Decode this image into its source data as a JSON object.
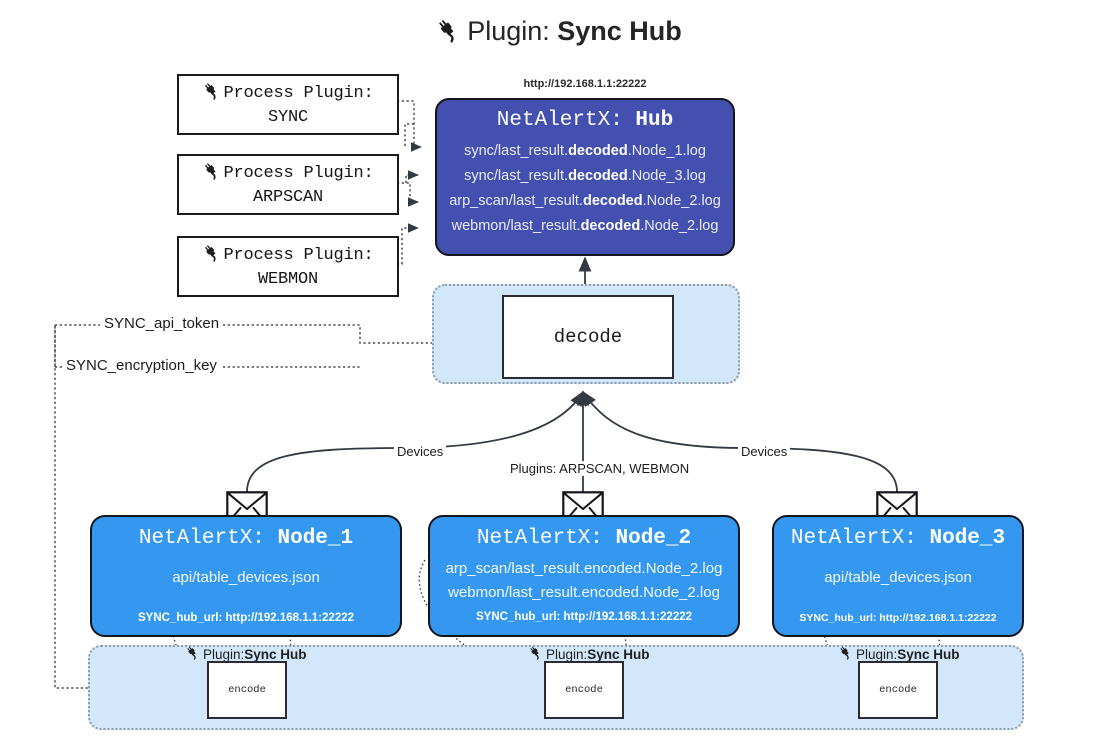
{
  "title": {
    "icon": "plug-icon",
    "prefix": "Plugin: ",
    "name": "Sync Hub"
  },
  "process_plugins": [
    {
      "line1": "Process Plugin:",
      "line2": "SYNC",
      "icon": "plug-icon"
    },
    {
      "line1": "Process Plugin:",
      "line2": "ARPSCAN",
      "icon": "plug-icon"
    },
    {
      "line1": "Process Plugin:",
      "line2": "WEBMON",
      "icon": "plug-icon"
    }
  ],
  "hub": {
    "url": "http://192.168.1.1:22222",
    "title_prefix": "NetAlertX: ",
    "title_name": "Hub",
    "logs": [
      {
        "pre": "sync/last_result.",
        "em": "decoded",
        "post": ".Node_1.log"
      },
      {
        "pre": "sync/last_result.",
        "em": "decoded",
        "post": ".Node_3.log"
      },
      {
        "pre": "arp_scan/last_result.",
        "em": "decoded",
        "post": ".Node_2.log"
      },
      {
        "pre": "webmon/last_result.",
        "em": "decoded",
        "post": ".Node_2.log"
      }
    ]
  },
  "decode": {
    "label": "decode"
  },
  "keys": [
    {
      "label": "SYNC_api_token"
    },
    {
      "label": "SYNC_encryption_key"
    }
  ],
  "edge_labels": {
    "left_devices": "Devices",
    "right_devices": "Devices",
    "center_plugins": "Plugins: ARPSCAN, WEBMON"
  },
  "nodes": [
    {
      "title_prefix": "NetAlertX: ",
      "title_name": "Node_1",
      "rows": [
        {
          "pre": "api/table_devices.json",
          "em": "",
          "post": ""
        }
      ],
      "footer": "SYNC_hub_url: http://192.168.1.1:22222",
      "envelope_icon": "envelope-icon"
    },
    {
      "title_prefix": "NetAlertX: ",
      "title_name": "Node_2",
      "rows": [
        {
          "pre": "arp_scan/last_result.encoded.Node_2.log",
          "em": "",
          "post": ""
        },
        {
          "pre": "webmon/last_result.encoded.Node_2.log",
          "em": "",
          "post": ""
        }
      ],
      "footer": "SYNC_hub_url: http://192.168.1.1:22222",
      "envelope_icon": "envelope-icon"
    },
    {
      "title_prefix": "NetAlertX: ",
      "title_name": "Node_3",
      "rows": [
        {
          "pre": "api/table_devices.json",
          "em": "",
          "post": ""
        }
      ],
      "footer": "SYNC_hub_url: http://192.168.1.1:22222",
      "envelope_icon": "envelope-icon"
    }
  ],
  "plugin_instances": [
    {
      "icon": "plug-icon",
      "prefix": "Plugin: ",
      "name": "Sync Hub",
      "box_label": "encode"
    },
    {
      "icon": "plug-icon",
      "prefix": "Plugin: ",
      "name": "Sync Hub",
      "box_label": "encode"
    },
    {
      "icon": "plug-icon",
      "prefix": "Plugin: ",
      "name": "Sync Hub",
      "box_label": "encode"
    }
  ],
  "colors": {
    "hub_fill": "#4450b0",
    "node_fill": "#3498f0",
    "band_fill": "#d2e7fa",
    "stroke": "#14141c",
    "dotted": "#8f9aa6",
    "page_bg": "#ffffff"
  }
}
